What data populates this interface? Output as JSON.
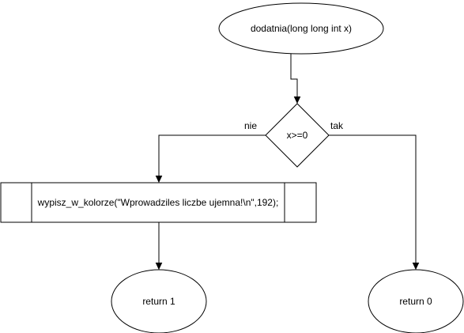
{
  "nodes": {
    "start": "dodatnia(long long int x)",
    "decision": "x>=0",
    "process": "wypisz_w_kolorze(\"Wprowadziles liczbe ujemna!\\n\",192);",
    "return_left": "return 1",
    "return_right": "return 0"
  },
  "edges": {
    "no_label": "nie",
    "yes_label": "tak"
  },
  "colors": {
    "stroke": "#000000",
    "fill": "#ffffff"
  }
}
